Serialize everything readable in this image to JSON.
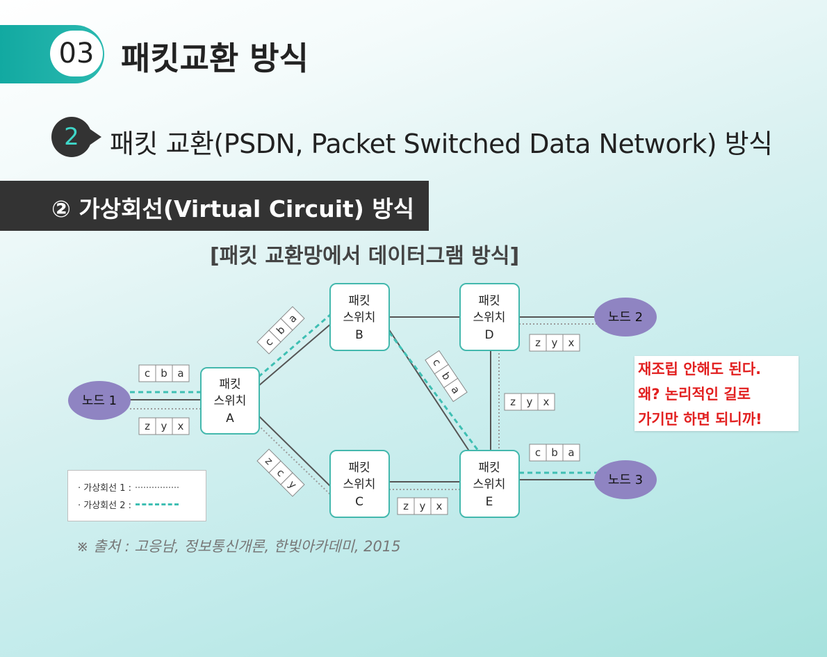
{
  "header": {
    "section_number": "03",
    "section_title": "패킷교환 방식",
    "sub_number": "2",
    "sub_title": "패킷 교환(PSDN, Packet Switched Data Network) 방식",
    "band_title": "② 가상회선(Virtual Circuit) 방식"
  },
  "figure": {
    "title": "[패킷 교환망에서 데이터그램 방식]",
    "switch_text": "패킷\n스위치",
    "switches": [
      "A",
      "B",
      "C",
      "D",
      "E"
    ],
    "nodes": [
      "노드 1",
      "노드 2",
      "노드 3"
    ],
    "packets": {
      "cba": [
        "c",
        "b",
        "a"
      ],
      "zyx": [
        "z",
        "y",
        "x"
      ],
      "zcy": [
        "z",
        "c",
        "y"
      ]
    },
    "legend": {
      "vc1": "· 가상회선 1 :",
      "vc2": "· 가상회선 2 :"
    },
    "note_lines": [
      "재조립 안해도 된다.",
      "왜? 논리적인 길로",
      "가기만 하면 되니까!"
    ],
    "colors": {
      "teal_dashed": "#3fbfb3",
      "gray_dotted": "#9a9a9a",
      "node_fill": "#8f84c2",
      "switch_border": "#43b8ad",
      "note_text": "#e22020"
    }
  },
  "source": "※ 출처 : 고응남, 정보통신개론, 한빛아카데미, 2015"
}
